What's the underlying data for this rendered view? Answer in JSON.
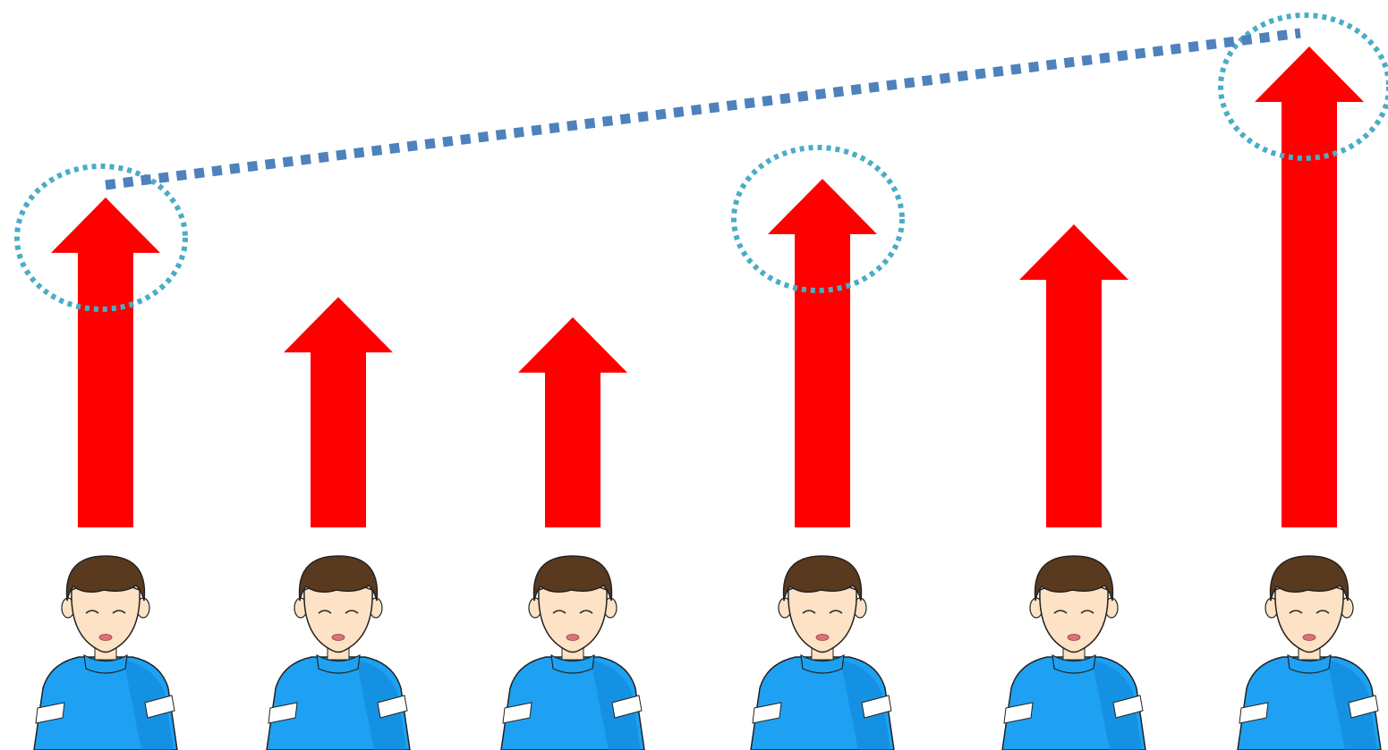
{
  "figures": [
    {
      "arrow_level": 0.686,
      "highlighted": true
    },
    {
      "arrow_level": 0.479,
      "highlighted": false
    },
    {
      "arrow_level": 0.437,
      "highlighted": false
    },
    {
      "arrow_level": 0.725,
      "highlighted": true
    },
    {
      "arrow_level": 0.63,
      "highlighted": false
    },
    {
      "arrow_level": 1.0,
      "highlighted": true
    }
  ],
  "colors": {
    "arrow": "#ff0000",
    "highlight_circle": "#4bacc6",
    "connector_line": "#4f81bd",
    "shirt": "#1ea1f2",
    "shirt_dark": "#0b7fd0",
    "shirt_stripe": "#ffffff",
    "hair": "#5a3a1e",
    "skin": "#fde2c5",
    "outline": "#222222"
  },
  "icons": {
    "figure": "boy-avatar-icon",
    "arrow": "up-arrow-icon",
    "highlight": "dotted-circle-icon"
  }
}
